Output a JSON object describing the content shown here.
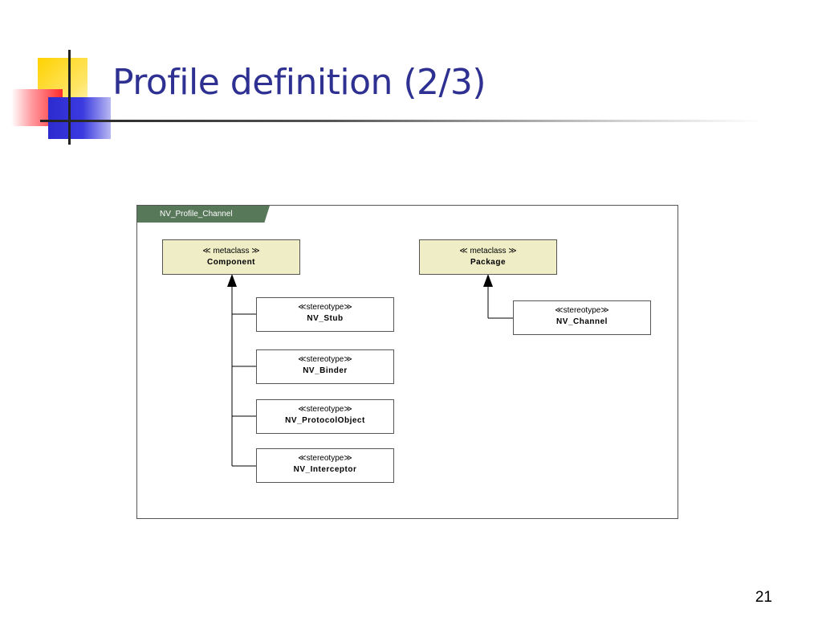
{
  "slide": {
    "title": "Profile definition (2/3)",
    "page_number": "21"
  },
  "diagram": {
    "frame_label": "NV_Profile_Channel",
    "metaclasses": [
      {
        "stereotype": "≪ metaclass ≫",
        "name": "Component"
      },
      {
        "stereotype": "≪ metaclass ≫",
        "name": "Package"
      }
    ],
    "stereotypes": [
      {
        "stereotype": "≪stereotype≫",
        "name": "NV_Stub",
        "extends": "Component"
      },
      {
        "stereotype": "≪stereotype≫",
        "name": "NV_Binder",
        "extends": "Component"
      },
      {
        "stereotype": "≪stereotype≫",
        "name": "NV_ProtocolObject",
        "extends": "Component"
      },
      {
        "stereotype": "≪stereotype≫",
        "name": "NV_Interceptor",
        "extends": "Component"
      },
      {
        "stereotype": "≪stereotype≫",
        "name": "NV_Channel",
        "extends": "Package"
      }
    ]
  },
  "colors": {
    "title": "#2e3192",
    "frame_tab": "#58785a",
    "metaclass_fill": "#efedc6"
  }
}
